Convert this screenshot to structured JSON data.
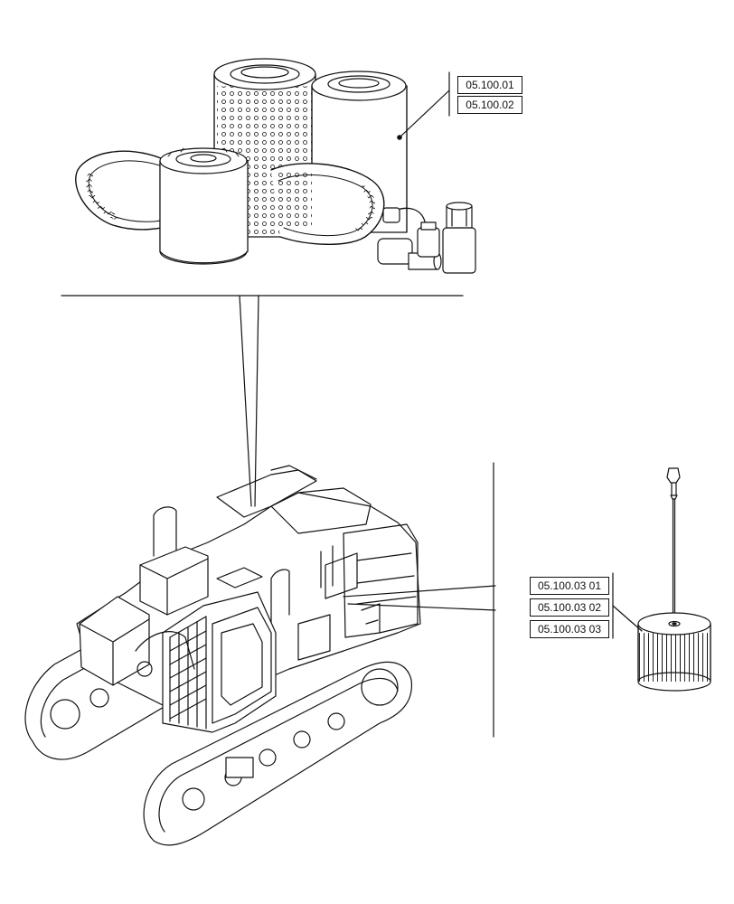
{
  "references": {
    "upper_group": [
      "05.100.01",
      "05.100.02"
    ],
    "lower_group": [
      "05.100.03 01",
      "05.100.03 02",
      "05.100.03 03"
    ]
  },
  "illustrations": {
    "kit": "filter-and-belt-kit-illustration",
    "machine": "crawler-excavator-illustration",
    "filter": "inline-filter-with-dipstick-illustration"
  }
}
